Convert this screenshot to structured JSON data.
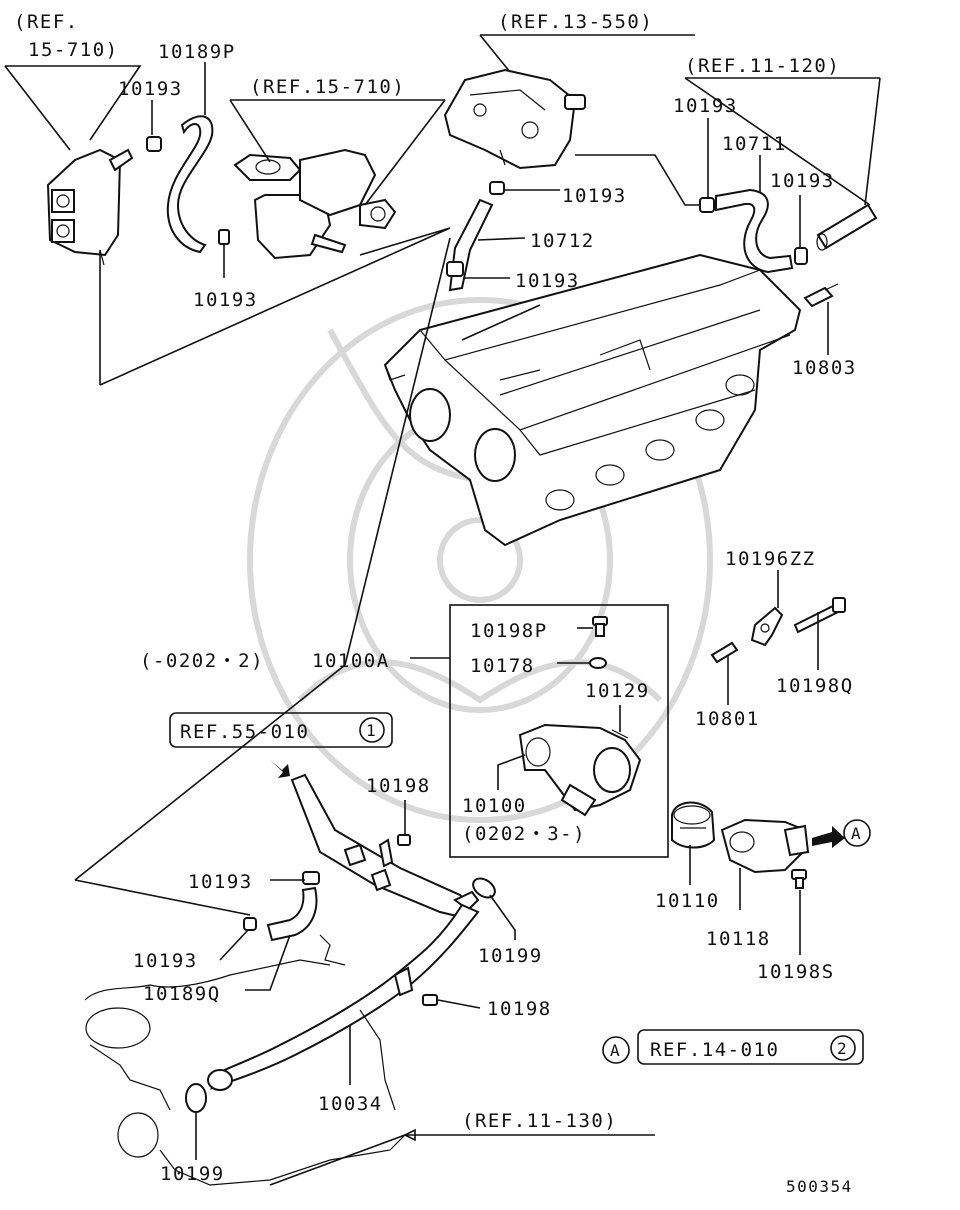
{
  "diagram": {
    "id_code": "500354",
    "refs": {
      "ref_15_710_left_a": "(REF.",
      "ref_15_710_left_b": "15-710)",
      "ref_15_710_mid": "(REF.15-710)",
      "ref_13_550": "(REF.13-550)",
      "ref_11_120": "(REF.11-120)",
      "ref_55_010": "REF.55-010",
      "ref_55_010_num": "1",
      "ref_14_010": "REF.14-010",
      "ref_14_010_num": "2",
      "ref_11_130": "(REF.11-130)",
      "marker_a": "A"
    },
    "parts": {
      "p10189P": "10189P",
      "p10193_a": "10193",
      "p10193_b": "10193",
      "p10193_c": "10193",
      "p10193_d": "10193",
      "p10193_e": "10193",
      "p10193_f": "10193",
      "p10193_g": "10193",
      "p10193_h": "10193",
      "p10711": "10711",
      "p10712": "10712",
      "p10803": "10803",
      "p10196ZZ": "10196ZZ",
      "p10198Q": "10198Q",
      "p10801": "10801",
      "p10100A_note": "(-0202・2)",
      "p10100A": "10100A",
      "p10198P": "10198P",
      "p10178": "10178",
      "p10129": "10129",
      "p10100": "10100",
      "p10100_note": "(0202・3-)",
      "p10198_a": "10198",
      "p10198_b": "10198",
      "p10110": "10110",
      "p10118": "10118",
      "p10198S": "10198S",
      "p10199_a": "10199",
      "p10199_b": "10199",
      "p10189Q": "10189Q",
      "p10034": "10034"
    }
  }
}
